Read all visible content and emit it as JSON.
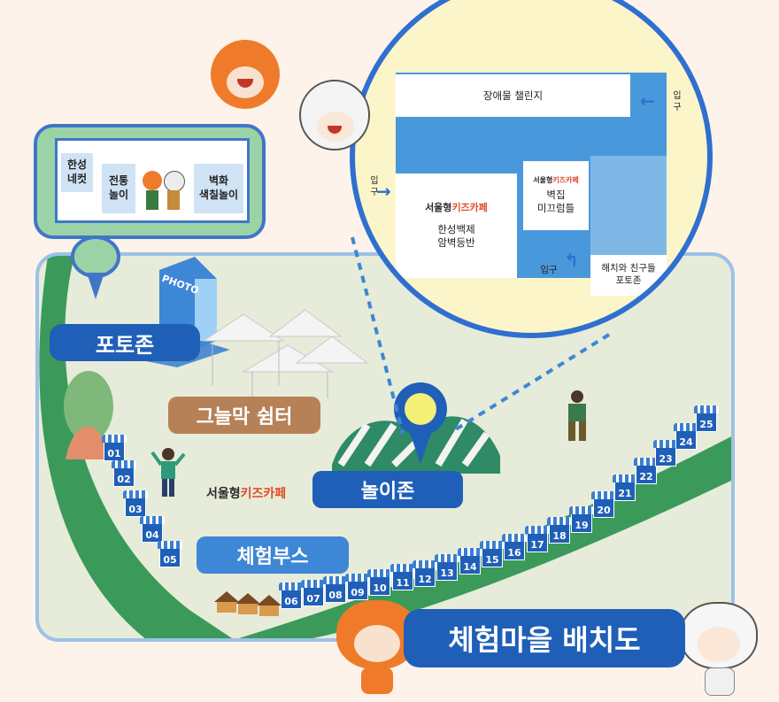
{
  "zones": {
    "photo_zone": "포토존",
    "shade_rest": "그늘막 쉼터",
    "play_zone": "놀이존",
    "experience_booth": "체험부스",
    "photo_sign": "PHOTO"
  },
  "title": "체험마을 배치도",
  "kids_cafe_logo": {
    "part1": "서울형",
    "part2": "키즈카페"
  },
  "photo_panel": {
    "cell1": "한성\n네컷",
    "cell2": "전통\n놀이",
    "cell3": "벽화\n색칠놀이"
  },
  "zoom_inset": {
    "obstacle_challenge": "장애물 챌린지",
    "entrance_right": "입\n구",
    "entrance_left": "입\n구",
    "entrance_bottom": "입구",
    "hanseong_baekje": "한성백제\n암벽등반",
    "brick_slide": "벽집\n미끄럼틀",
    "haechi_photo": "해치와 친구들\n포토존"
  },
  "booths": [
    "01",
    "02",
    "03",
    "04",
    "05",
    "06",
    "07",
    "08",
    "09",
    "10",
    "11",
    "12",
    "13",
    "14",
    "15",
    "16",
    "17",
    "18",
    "19",
    "20",
    "21",
    "22",
    "23",
    "24",
    "25"
  ],
  "colors": {
    "accent_blue": "#1f5fb8",
    "dark_blue": "#17468f",
    "brown": "#b78157",
    "light_blue": "#9cc2e6"
  }
}
